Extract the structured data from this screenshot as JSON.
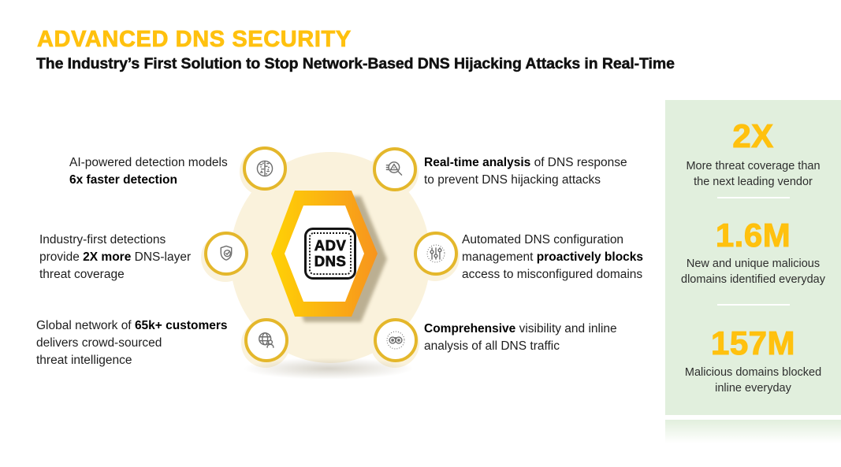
{
  "colors": {
    "accent_yellow": "#FFC10E",
    "panel_green": "#E1EFDD",
    "ring_gold": "#E4B72B",
    "halo_cream": "#FAF2DC",
    "icon_gray": "#6E6E6E",
    "hex_gradient_start": "#FFD205",
    "hex_gradient_end": "#F7941E"
  },
  "header": {
    "title": "ADVANCED DNS SECURITY",
    "subtitle": "The Industry’s First Solution to Stop Network-Based DNS Hijacking Attacks in Real-Time"
  },
  "diagram": {
    "center_chip": {
      "line1": "ADV",
      "line2": "DNS"
    },
    "callouts": [
      {
        "icon": "ai-brain-icon",
        "position": "left-top",
        "lines": [
          [
            {
              "text": "AI-powered detection models",
              "bold": false
            }
          ],
          [
            {
              "text": "6x faster detection",
              "bold": true
            }
          ]
        ]
      },
      {
        "icon": "shield-check-icon",
        "position": "left-middle",
        "lines": [
          [
            {
              "text": "Industry-first detections",
              "bold": false
            }
          ],
          [
            {
              "text": "provide ",
              "bold": false
            },
            {
              "text": "2X more",
              "bold": true
            },
            {
              "text": " DNS-layer",
              "bold": false
            }
          ],
          [
            {
              "text": "threat coverage",
              "bold": false
            }
          ]
        ]
      },
      {
        "icon": "globe-user-icon",
        "position": "left-bottom",
        "lines": [
          [
            {
              "text": "Global network of ",
              "bold": false
            },
            {
              "text": "65k+ customers",
              "bold": true
            }
          ],
          [
            {
              "text": "delivers crowd-sourced",
              "bold": false
            }
          ],
          [
            {
              "text": "threat intelligence",
              "bold": false
            }
          ]
        ]
      },
      {
        "icon": "magnifier-alert-icon",
        "position": "right-top",
        "lines": [
          [
            {
              "text": "Real-time analysis",
              "bold": true
            },
            {
              "text": " of DNS response",
              "bold": false
            }
          ],
          [
            {
              "text": "to prevent DNS hijacking attacks",
              "bold": false
            }
          ]
        ]
      },
      {
        "icon": "sliders-icon",
        "position": "right-middle",
        "lines": [
          [
            {
              "text": "Automated DNS configuration",
              "bold": false
            }
          ],
          [
            {
              "text": "management ",
              "bold": false
            },
            {
              "text": "proactively blocks",
              "bold": true
            }
          ],
          [
            {
              "text": "access to misconfigured domains",
              "bold": false
            }
          ]
        ]
      },
      {
        "icon": "binoculars-icon",
        "position": "right-bottom",
        "lines": [
          [
            {
              "text": "Comprehensive",
              "bold": true
            },
            {
              "text": " visibility and inline",
              "bold": false
            }
          ],
          [
            {
              "text": "analysis of all DNS traffic",
              "bold": false
            }
          ]
        ]
      }
    ]
  },
  "stats_panel": {
    "stats": [
      {
        "value": "2X",
        "caption": "More threat coverage than\nthe next leading vendor"
      },
      {
        "value": "1.6M",
        "caption": "New and unique malicious\ndlomains identified everyday"
      },
      {
        "value": "157M",
        "caption": "Malicious domains blocked\ninline everyday"
      }
    ]
  }
}
